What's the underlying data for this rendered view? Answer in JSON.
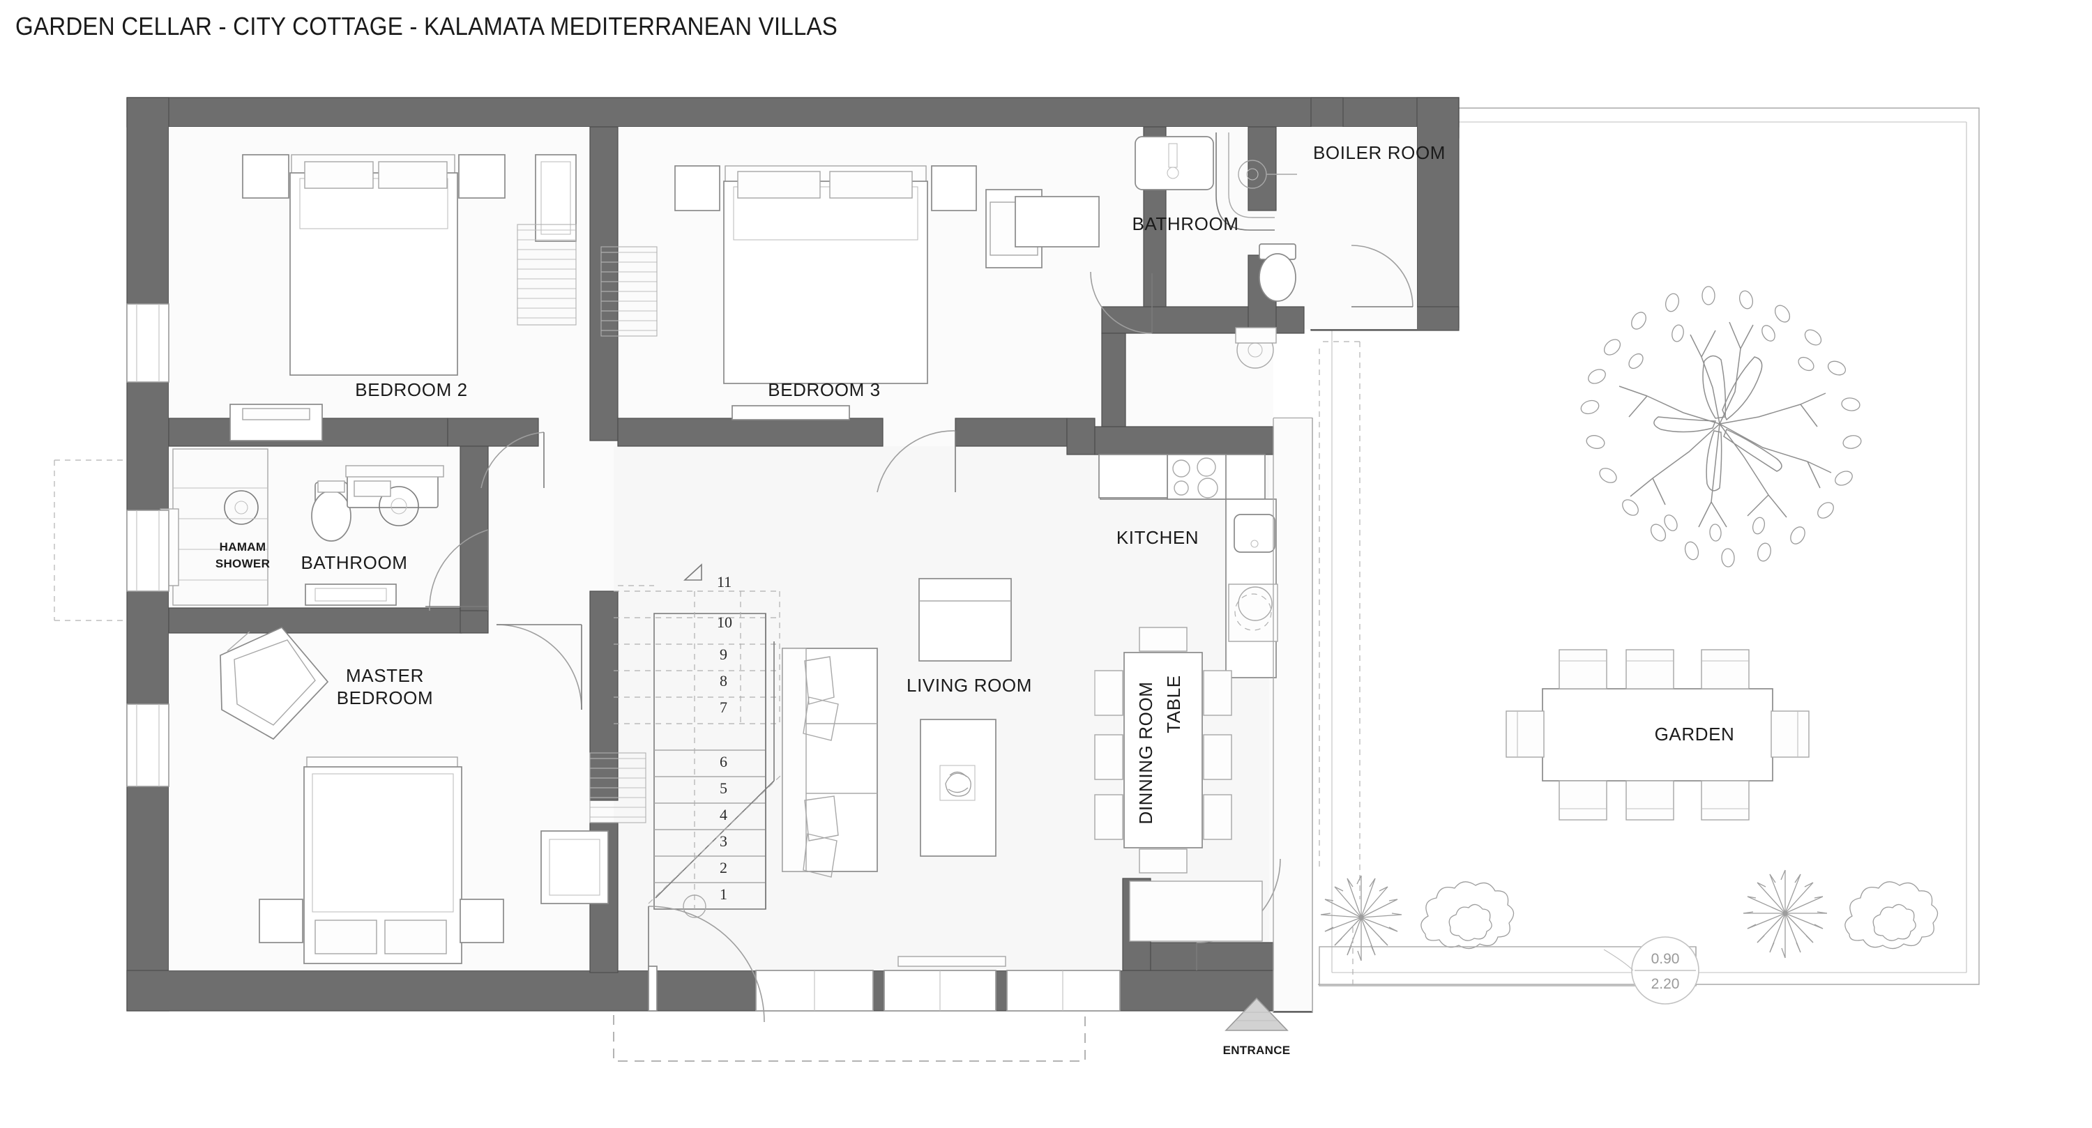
{
  "document": {
    "title": "GARDEN CELLAR - CITY COTTAGE - KALAMATA MEDITERRANEAN VILLAS",
    "type": "architectural-floor-plan",
    "background_color": "#ffffff",
    "wall_color": "#6e6e6e",
    "floor_color": "#fbfbfb",
    "line_color": "#8a8a8a",
    "text_color": "#1b1b1b"
  },
  "rooms": {
    "bedroom_2": "BEDROOM 2",
    "bedroom_3": "BEDROOM 3",
    "master_bedroom_line1": "MASTER",
    "master_bedroom_line2": "BEDROOM",
    "bathroom_main": "BATHROOM",
    "bathroom_upper": "BATHROOM",
    "boiler_room": "BOILER ROOM",
    "kitchen": "KITCHEN",
    "living_room": "LIVING ROOM",
    "dining_room_table_line1": "DINNING ROOM",
    "dining_room_table_line2": "TABLE",
    "garden": "GARDEN",
    "hamam_line1": "HAMAM",
    "hamam_line2": "SHOWER"
  },
  "annotations": {
    "entrance": "ENTRANCE",
    "door_dimension_width": "0.90",
    "door_dimension_height": "2.20"
  },
  "stairs": {
    "label": "staircase",
    "tread_numbers": [
      "1",
      "2",
      "3",
      "4",
      "5",
      "6",
      "7",
      "8",
      "9",
      "10",
      "11"
    ],
    "direction_marker": "up-arrow-triangle"
  },
  "furniture": {
    "bedroom_2": [
      "double-bed",
      "nightstand-left",
      "nightstand-right",
      "wardrobe",
      "dresser",
      "headboard"
    ],
    "bedroom_3": [
      "double-bed",
      "nightstand-left",
      "nightstand-right",
      "wardrobe",
      "desk",
      "headboard"
    ],
    "master_bedroom": [
      "double-bed",
      "nightstand-left",
      "nightstand-right",
      "armchair",
      "wardrobe",
      "dresser"
    ],
    "bathroom_main": [
      "toilet",
      "washbasin",
      "hamam-shower",
      "vanity"
    ],
    "bathroom_upper": [
      "washbasin",
      "bathtub",
      "toilet"
    ],
    "kitchen": [
      "cooktop-4-burner",
      "sink",
      "washing-machine",
      "counter"
    ],
    "living_room": [
      "sofa",
      "coffee-table",
      "tv-cabinet",
      "decorative-bowl"
    ],
    "dining_area": [
      "dining-table",
      "chairs-6"
    ],
    "garden": [
      "outdoor-table",
      "outdoor-chairs-8",
      "tree",
      "shrubs",
      "planter-wall"
    ]
  }
}
